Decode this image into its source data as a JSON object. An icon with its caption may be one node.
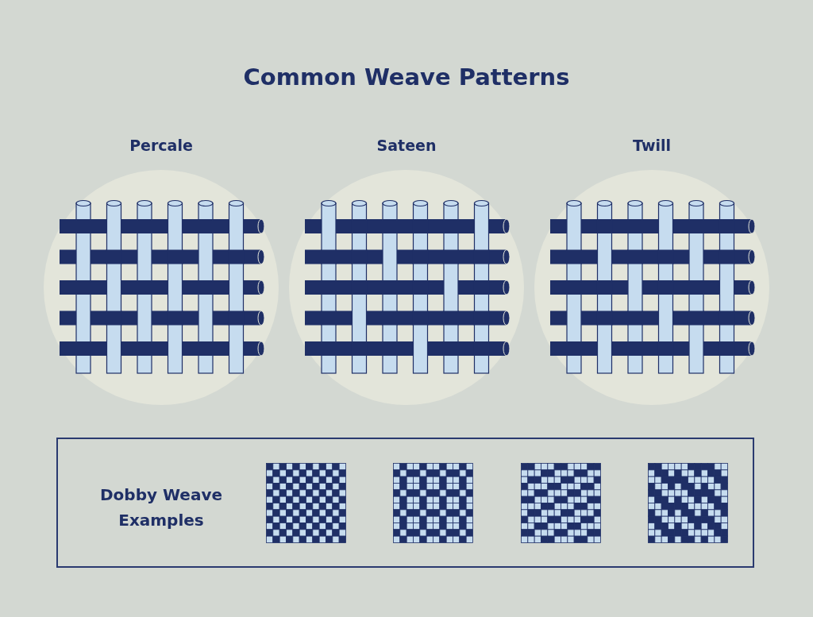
{
  "diagram": {
    "title": "Common Weave Patterns",
    "nodes": [
      {
        "text": [
          "Percale"
        ]
      },
      {
        "text": [
          "Sateen"
        ]
      },
      {
        "text": [
          "Twill"
        ]
      },
      {
        "text": [
          "Dobby Weave Examples"
        ]
      }
    ]
  }
}
